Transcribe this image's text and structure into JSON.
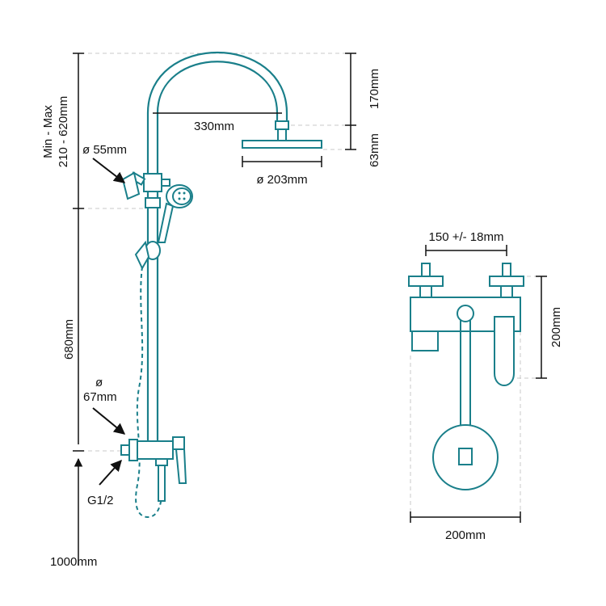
{
  "colors": {
    "product": "#1a7f8a",
    "dimension": "#111111",
    "guide": "#c8c8c8"
  },
  "labels": {
    "height_range": "210 - 620mm",
    "min_max": "Min - Max",
    "arm_reach": "330mm",
    "arm_height": "170mm",
    "head_drop": "63mm",
    "head_diameter": "ø 203mm",
    "holder_diameter": "ø  55mm",
    "riser_length": "680mm",
    "flange_symbol": "ø",
    "flange_value": "67mm",
    "thread": "G1/2",
    "floor_height": "1000mm",
    "inlet_centres": "150 +/- 18mm",
    "mixer_height": "200mm",
    "mixer_width": "200mm"
  }
}
